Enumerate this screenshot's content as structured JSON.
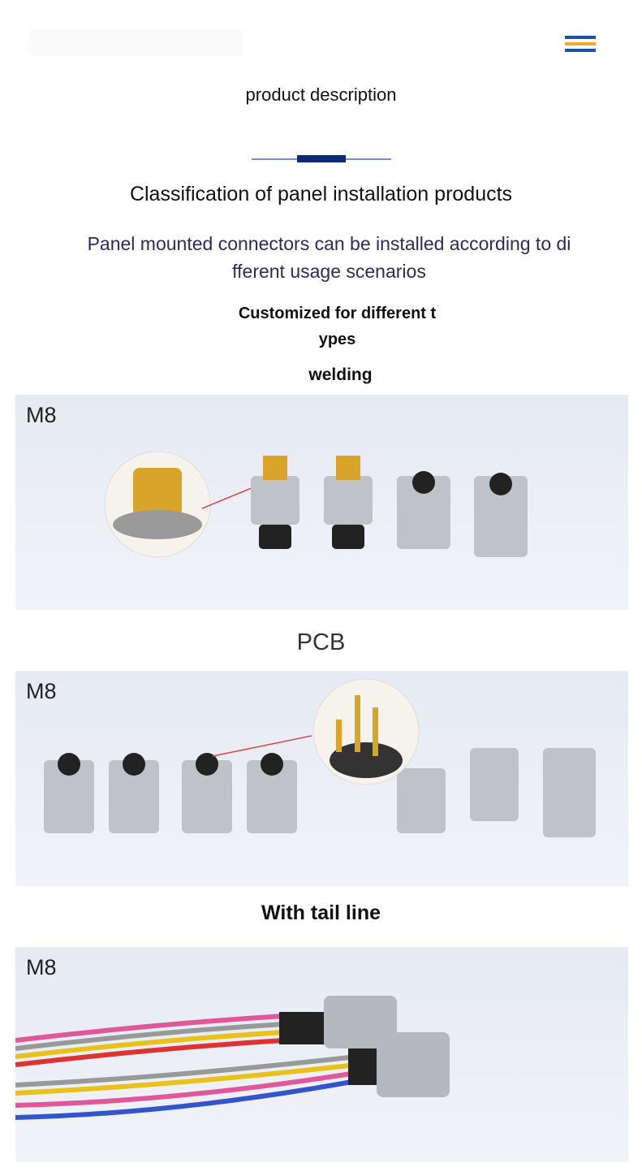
{
  "header": {
    "menu_icon": "hamburger-menu-icon",
    "menu_colors": [
      "#1f4fa3",
      "#f0a92a",
      "#1f4fa3"
    ]
  },
  "section_title": "product description",
  "heading": "Classification of panel installation products",
  "subheading": "Panel mounted connectors can be installed according to di fferent usage scenarios",
  "subheading_line1": "Panel mounted connectors can be installed according to di",
  "subheading_line2": "fferent usage scenarios",
  "custom_line1": "Customized for different t",
  "custom_line2": "ypes",
  "panels": [
    {
      "title": "welding",
      "label": "M8"
    },
    {
      "title": "PCB",
      "label": "M8"
    },
    {
      "title": "With tail line",
      "label": "M8"
    }
  ],
  "colors": {
    "accent": "#0c2a78",
    "subheading": "#2e2a5a"
  }
}
